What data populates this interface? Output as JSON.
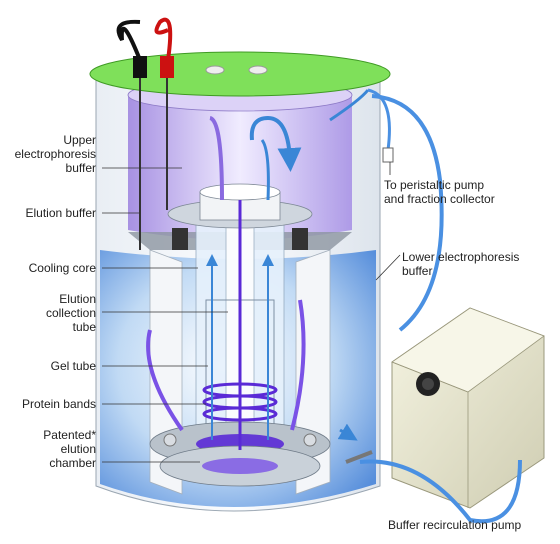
{
  "labels": {
    "upper_buffer": [
      "Upper",
      "electrophoresis",
      "buffer"
    ],
    "elution_buffer": "Elution buffer",
    "cooling_core": "Cooling core",
    "elution_tube": [
      "Elution",
      "collection",
      "tube"
    ],
    "gel_tube": "Gel tube",
    "protein_bands": "Protein bands",
    "elution_chamber": [
      "Patented*",
      "elution",
      "chamber"
    ],
    "peristaltic": [
      "To peristaltic pump",
      "and fraction collector"
    ],
    "lower_buffer": [
      "Lower electrophoresis",
      "buffer"
    ],
    "recirc_pump": "Buffer recirculation pump"
  },
  "colors": {
    "lid": "#7fe05a",
    "upper_buffer": "#b39ae6",
    "lower_buffer": "#cfe3f7",
    "flow_arrow": "#3a86d6",
    "sample_flow": "#5a2ad6",
    "lead_red": "#cc1111",
    "lead_black": "#111111",
    "pump_body": "#ecebd6"
  }
}
